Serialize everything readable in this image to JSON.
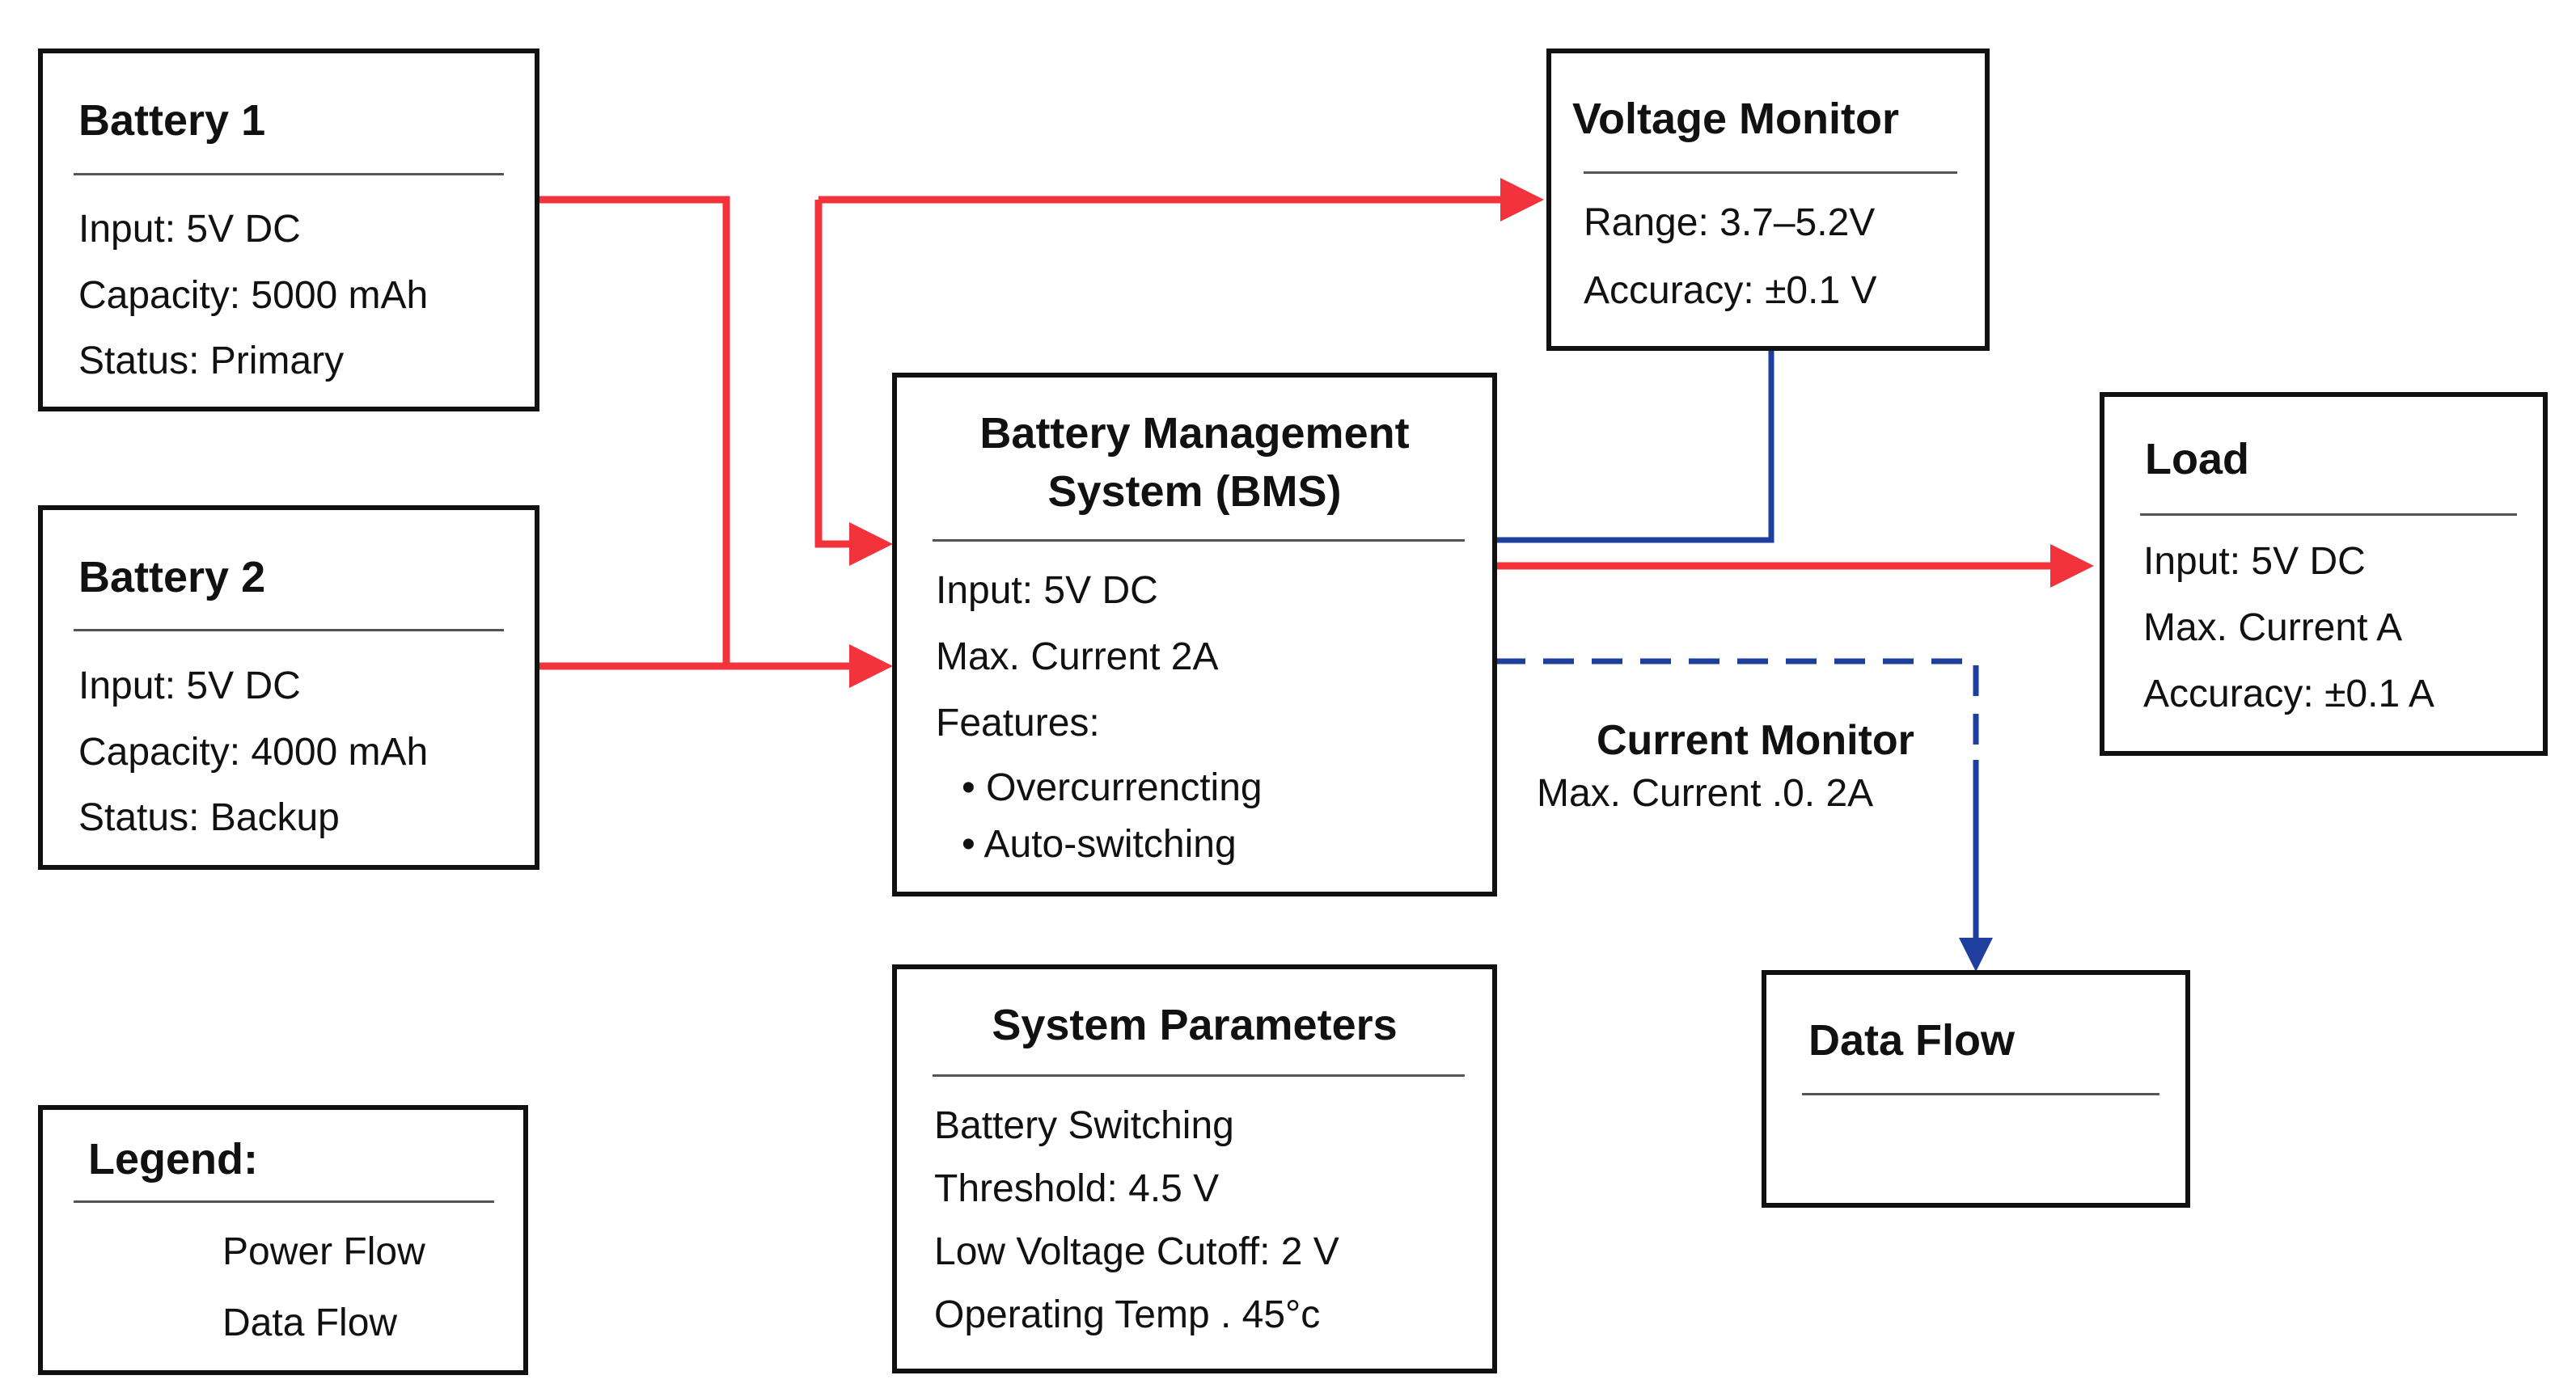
{
  "colors": {
    "power": "#f2333b",
    "data": "#1e3f9e",
    "border": "#111111"
  },
  "battery1": {
    "title": "Battery 1",
    "lines": [
      "Input: 5V DC",
      "Capacity: 5000 mAh",
      "Status: Primary"
    ]
  },
  "battery2": {
    "title": "Battery 2",
    "lines": [
      "Input: 5V DC",
      "Capacity: 4000 mAh",
      "Status: Backup"
    ]
  },
  "bms": {
    "title_line1": "Battery Management",
    "title_line2": "System (BMS)",
    "lines": [
      "Input: 5V DC",
      "Max. Current 2A",
      "Features:"
    ],
    "features": [
      "• Overcurrencting",
      "• Auto-switching"
    ]
  },
  "voltage_monitor": {
    "title": "Voltage Monitor",
    "lines": [
      "Range: 3.7–5.2V",
      "Accuracy: ±0.1 V"
    ]
  },
  "load": {
    "title": "Load",
    "lines": [
      "Input: 5V DC",
      "Max. Current A",
      "Accuracy: ±0.1 A"
    ]
  },
  "current_monitor": {
    "title": "Current Monitor",
    "line": "Max. Current .0. 2A"
  },
  "data_flow_box": {
    "title": "Data Flow"
  },
  "system_parameters": {
    "title": "System Parameters",
    "lines": [
      "Battery Switching",
      "Threshold: 4.5 V",
      "Low Voltage Cutoff: 2 V",
      "Operating Temp . 45°c"
    ]
  },
  "legend": {
    "title": "Legend:",
    "power_label": "Power Flow",
    "data_label": "Data Flow"
  }
}
